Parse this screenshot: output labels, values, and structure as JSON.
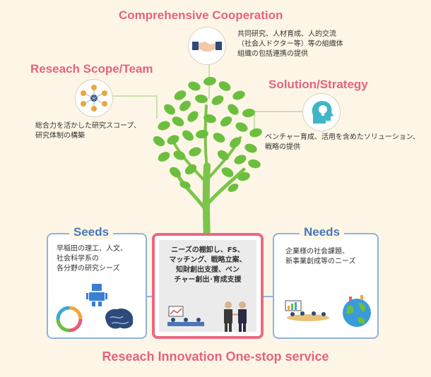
{
  "top": {
    "heading": "Comprehensive Cooperation",
    "desc": [
      "共同研究、人材育成、人的交流",
      "（社会人ドクター等）等の組織体",
      "組織の包括連携の提供"
    ]
  },
  "left": {
    "heading": "Reseach Scope/Team",
    "desc": [
      "総合力を活かした研究スコープ、",
      "研究体制の構築"
    ]
  },
  "right": {
    "heading": "Solution/Strategy",
    "desc": [
      "ベンチャー育成、活用を含めたソリューション、",
      "戦略の提供"
    ]
  },
  "seeds": {
    "title": "Seeds",
    "desc": [
      "早稲田の理工、人文、",
      "社会科学系の",
      "各分野の研究シーズ"
    ]
  },
  "needs": {
    "title": "Needs",
    "desc": [
      "企業様の社会課題、",
      "新事業創成等のニーズ"
    ]
  },
  "center": {
    "desc": [
      "ニーズの棚卸し、FS、",
      "マッチング、戦略立案、",
      "知財創出支援、ベン",
      "チャー創出･育成支援"
    ]
  },
  "footer": {
    "title": "Reseach Innovation One-stop service"
  },
  "colors": {
    "pink": "#e8627d",
    "blue": "#4a76b8",
    "tree_green": "#6cbf3e",
    "box_border": "#8fb3dc",
    "center_border": "#e86a85"
  },
  "icons": [
    "handshake-icon",
    "team-network-icon",
    "idea-head-icon",
    "robot-icon",
    "recycle-icon",
    "brain-icon",
    "meeting-icon",
    "businessmen-icon",
    "business-meeting-icon",
    "globe-icon"
  ]
}
